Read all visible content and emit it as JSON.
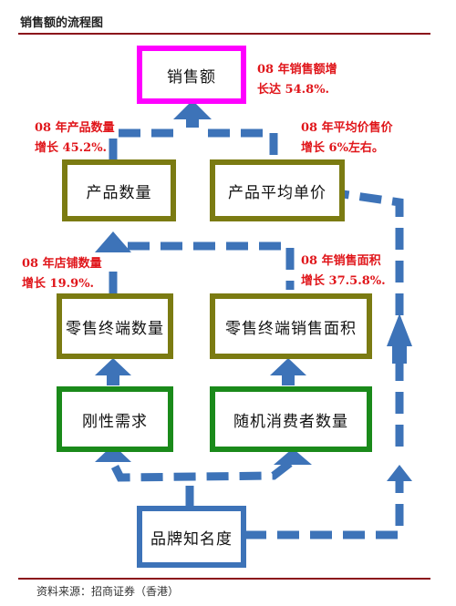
{
  "header": {
    "title": "销售额的流程图"
  },
  "footer": {
    "source": "资料来源：招商证券（香港）"
  },
  "boxes": {
    "sales": "销售额",
    "product_qty": "产品数量",
    "avg_price": "产品平均单价",
    "terminal_count": "零售终端数量",
    "terminal_area": "零售终端销售面积",
    "rigid_demand": "刚性需求",
    "random_consumers": "随机消费者数量",
    "brand_awareness": "品牌知名度"
  },
  "notes": {
    "sales_growth": [
      "08 年销售额增",
      "长达 54.8%."
    ],
    "qty_growth": [
      "08 年产品数量",
      "增长 45.2%."
    ],
    "price_growth": [
      "08 年平均价售价",
      "增长 6%左右。"
    ],
    "store_growth": [
      "08 年店铺数量",
      "增长 19.9%."
    ],
    "area_growth": [
      "08 年销售面积",
      "增长 37.5.8%."
    ]
  },
  "colors": {
    "sales_border": "#ff00ff",
    "mid_border": "#7b7b12",
    "demand_border": "#1a8a1a",
    "brand_border": "#3d73b8",
    "connector": "#3d73b8",
    "note_text": "#e0161b",
    "rule": "#8b0f1a"
  }
}
